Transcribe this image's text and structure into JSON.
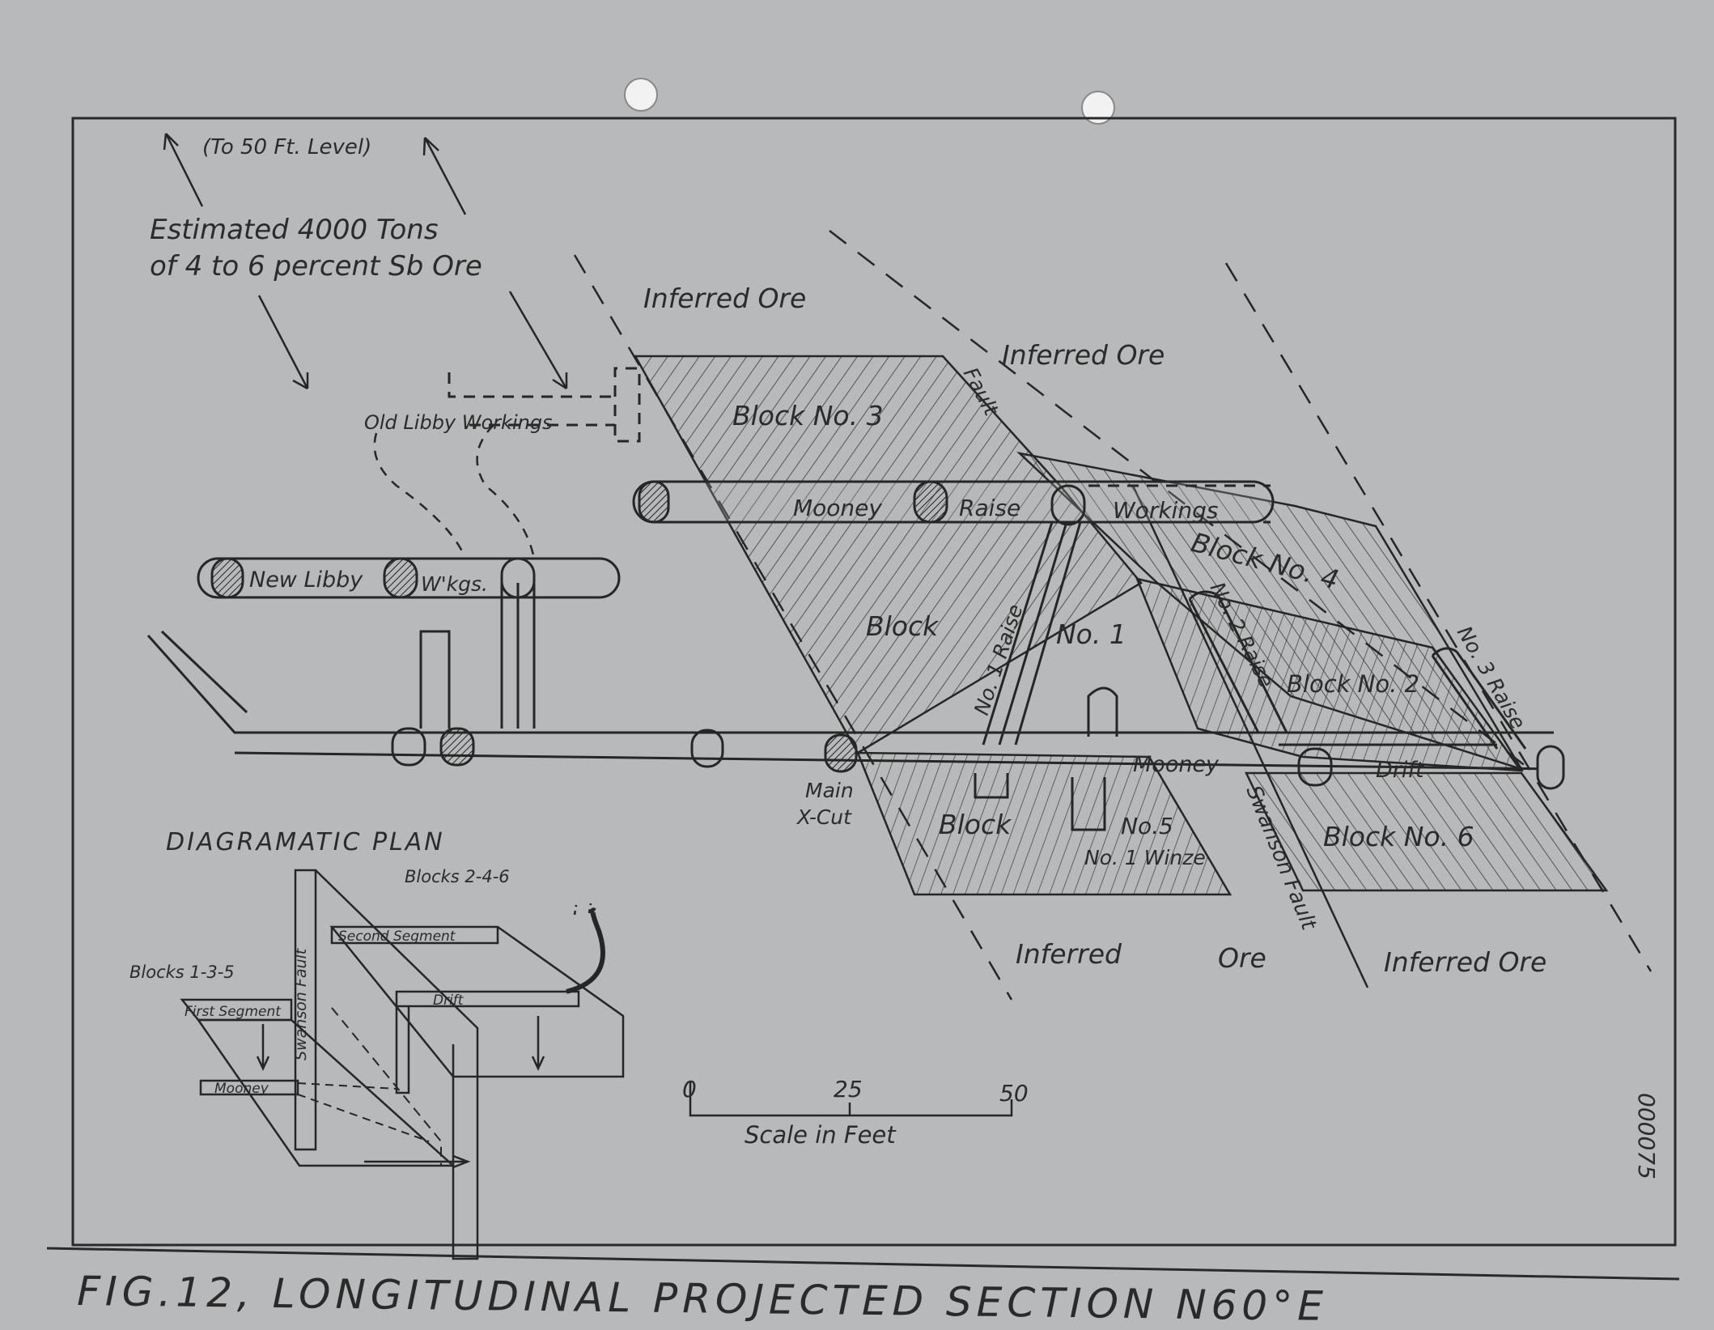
{
  "figure": {
    "caption": "FIG.12, LONGITUDINAL PROJECTED SECTION N60°E",
    "page_stamp": "000075"
  },
  "labels": {
    "to_level": "(To 50 Ft. Level)",
    "estimate_line1": "Estimated 4000 Tons",
    "estimate_line2": "of 4 to 6 percent Sb Ore",
    "old_libby": "Old Libby Workings",
    "new_libby": "New Libby",
    "wkgs": "W'kgs.",
    "mooney_raise": "Mooney",
    "raise_word": "Raise",
    "workings": "Workings",
    "inferred_ore": "Inferred Ore",
    "inferred": "Inferred",
    "ore": "Ore",
    "fault": "Fault",
    "block_3": "Block No. 3",
    "block_4": "Block No. 4",
    "block_1a": "Block",
    "block_1b": "No. 1",
    "block_2": "Block No. 2",
    "block_5a": "Block",
    "block_5b": "No.5",
    "block_6": "Block No. 6",
    "no1_raise": "No. 1 Raise",
    "no2_raise": "No. 2 Raise",
    "no3_raise": "No. 3 Raise",
    "mooney_drift_a": "Mooney",
    "mooney_drift_b": "Drift",
    "swanson_fault": "Swanson Fault",
    "main_xcut_1": "Main",
    "main_xcut_2": "X-Cut",
    "no1_winze": "No. 1 Winze"
  },
  "plan": {
    "title": "DIAGRAMATIC PLAN",
    "blocks_246": "Blocks 2-4-6",
    "blocks_135": "Blocks 1-3-5",
    "second_segment": "Second Segment",
    "first_segment": "First Segment",
    "drift": "Drift",
    "mooney": "Mooney",
    "swanson_fault": "Swanson Fault"
  },
  "scale": {
    "ticks": [
      "0",
      "25",
      "50"
    ],
    "label": "Scale in Feet"
  },
  "colors": {
    "paper": "#b7b9ba",
    "ink": "#262626",
    "hatch": "#3a3a3a"
  }
}
